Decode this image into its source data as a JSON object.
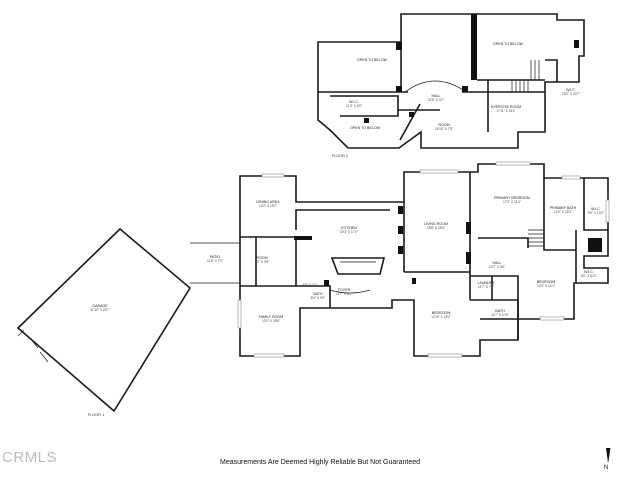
{
  "watermark": "CRMLS",
  "footer_note": "Measurements Are Deemed Highly Reliable But Not Guaranteed",
  "north_label": "N",
  "floors": {
    "floor1_label": "FLOOR 1",
    "floor2_label": "FLOOR 2"
  },
  "rooms_floor2": {
    "open_to_below_1": "OPEN TO BELOW",
    "open_to_below_2": "OPEN TO BELOW",
    "open_to_below_3": "OPEN TO BELOW",
    "hall_name": "HALL",
    "hall_dim": "21'5\" X 4'7\"",
    "wic1_name": "W.I.C.",
    "wic1_dim": "11'3\" X 4'9\"",
    "room_name": "ROOM",
    "room_dim": "16'10\" X 7'5\"",
    "exercise_name": "EXERCISE ROOM",
    "exercise_dim": "17'11\" X 15'1\"",
    "wic2_name": "W.I.C.",
    "wic2_dim": "13'0\" X 20'7\""
  },
  "rooms_floor1": {
    "dining_name": "DINING AREA",
    "dining_dim": "13'2\" X 15'7\"",
    "kitchen_name": "KITCHEN",
    "kitchen_dim": "20'3\" X 17'0\"",
    "living_name": "LIVING ROOM",
    "living_dim": "18'8\" X 25'6\"",
    "primary_bed_name": "PRIMARY BEDROOM",
    "primary_bed_dim": "17'2\" X 21'4\"",
    "primary_bath_name": "PRIMARY BATH",
    "primary_bath_dim": "12'9\" X 18'3\"",
    "wic_name": "W.I.C.",
    "wic_dim": "9'0\" X 13'3\"",
    "patio_name": "PATIO",
    "patio_dim": "11'8\" X 7'9\"",
    "room_name": "ROOM",
    "room_dim": "9'0\" X 9'8\"",
    "hall_small_dim": "4'0\" X 2'1\"",
    "bath1_name": "BATH",
    "bath1_dim": "8'4\" X 5'0\"",
    "foyer_name": "FOYER",
    "foyer_dim": "11'7\" X 8'1\"",
    "family_name": "FAMILY ROOM",
    "family_dim": "13'2\" X 18'8\"",
    "garage_name": "GARAGE",
    "garage_dim": "41'10\" X 23'7\"",
    "hall_name": "HALL",
    "hall_dim": "10'7\" X 3'6\"",
    "laundry_name": "LAUNDRY",
    "laundry_dim": "12'7\" X 7'1\"",
    "bedroom1_name": "BEDROOM",
    "bedroom1_dim": "12'10\" X 18'2\"",
    "bath2_name": "BATH",
    "bath2_dim": "11'7\" X 10'0\"",
    "bedroom2_name": "BEDROOM",
    "bedroom2_dim": "13'3\" X 14'1\"",
    "wic3_name": "W.I.C.",
    "wic3_dim": "5'0\" X 6'11\""
  }
}
